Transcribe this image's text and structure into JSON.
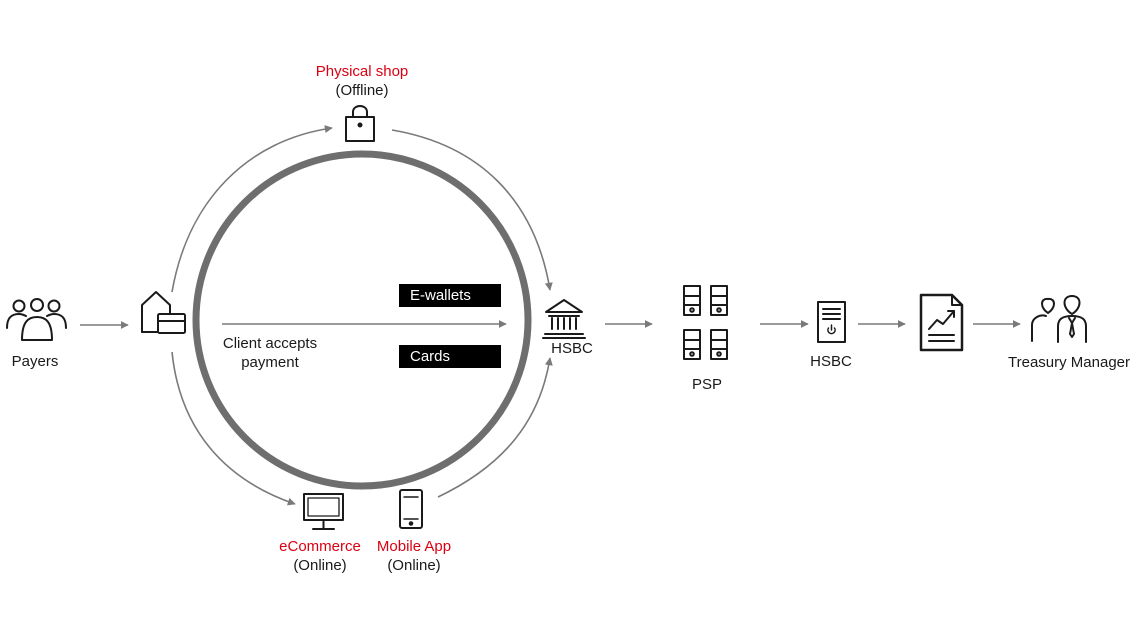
{
  "nodes": {
    "payers": "Payers",
    "physical_shop": "Physical shop",
    "physical_shop_sub": "(Offline)",
    "client_accepts": "Client accepts",
    "client_accepts_2": "payment",
    "hsbc_bank": "HSBC",
    "psp": "PSP",
    "hsbc_server": "HSBC",
    "treasury_manager": "Treasury Manager",
    "ecommerce": "eCommerce",
    "ecommerce_sub": "(Online)",
    "mobile_app": "Mobile App",
    "mobile_app_sub": "(Online)"
  },
  "methods": {
    "ewallets": "E-wallets",
    "cards": "Cards"
  },
  "colors": {
    "accent_red": "#db0011",
    "ring_gray": "#6e6e6e",
    "arrow_gray": "#7a7a7a",
    "label_bg": "#000000"
  },
  "icons": {
    "payers": "people-group-icon",
    "merchant": "store-card-icon",
    "shop": "shopping-bag-icon",
    "bank": "bank-building-icon",
    "psp": "server-rack-icon",
    "hsbc_server": "server-power-icon",
    "report": "report-chart-icon",
    "treasury": "business-people-icon",
    "ecommerce": "desktop-monitor-icon",
    "mobile": "smartphone-icon"
  }
}
